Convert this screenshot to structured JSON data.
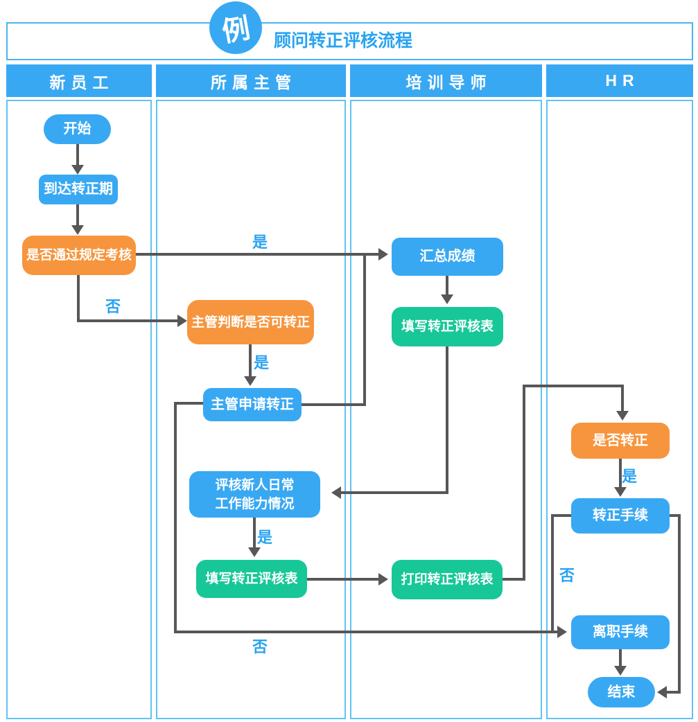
{
  "header": {
    "badge": "例",
    "title": "顾问转正评核流程"
  },
  "lanes": [
    {
      "label": "新员工"
    },
    {
      "label": "所属主管"
    },
    {
      "label": "培训导师"
    },
    {
      "label": "HR"
    }
  ],
  "nodes": {
    "start": "开始",
    "reach_period": "到达转正期",
    "pass_exam": "是否通过规定考核",
    "supervisor_judge": "主管判断是否可转正",
    "supervisor_apply": "主管申请转正",
    "summarize_scores": "汇总成绩",
    "mentor_fill_form": "填写转正评核表",
    "evaluate_daily_line1": "评核新人日常",
    "evaluate_daily_line2": "工作能力情况",
    "supervisor_fill_form": "填写转正评核表",
    "print_form": "打印转正评核表",
    "is_regularized": "是否转正",
    "regularization_procedure": "转正手续",
    "resignation_procedure": "离职手续",
    "end": "结束"
  },
  "labels": {
    "yes": "是",
    "no": "否"
  },
  "colors": {
    "blue": "#38A8F3",
    "orange": "#F6953D",
    "green": "#17C798",
    "line": "#575757",
    "accent_text": "#28A3F1",
    "lane_border": "#5FC3F4",
    "frame_border": "#49B4F2"
  }
}
